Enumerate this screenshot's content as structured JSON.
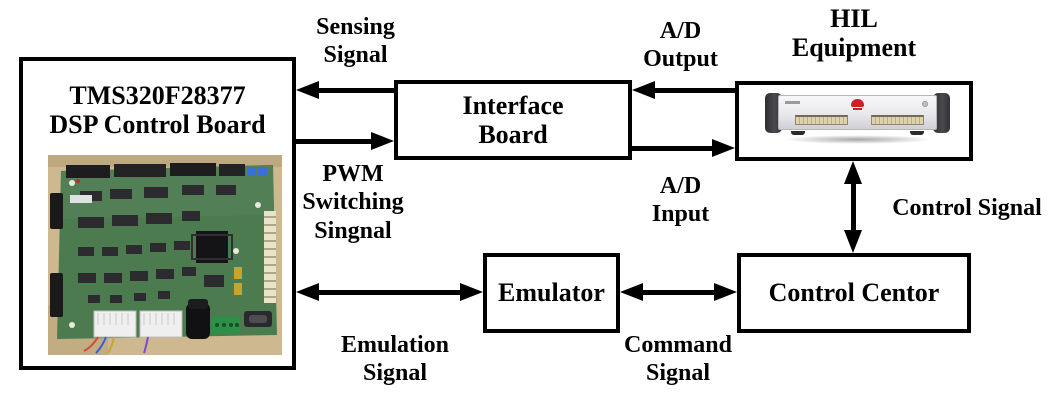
{
  "boxes": {
    "dsp": {
      "line1": "TMS320F28377",
      "line2": "DSP Control Board"
    },
    "interface": {
      "line1": "Interface",
      "line2": "Board"
    },
    "emulator": {
      "title": "Emulator"
    },
    "control_center": {
      "title": "Control Centor"
    }
  },
  "headings": {
    "hil": {
      "line1": "HIL",
      "line2": "Equipment"
    }
  },
  "labels": {
    "sensing": {
      "line1": "Sensing",
      "line2": "Signal"
    },
    "pwm": {
      "line1": "PWM",
      "line2": "Switching",
      "line3": "Singnal"
    },
    "ad_output": {
      "line1": "A/D",
      "line2": "Output"
    },
    "ad_input": {
      "line1": "A/D",
      "line2": "Input"
    },
    "control_signal": {
      "text": "Control Signal"
    },
    "emulation": {
      "line1": "Emulation",
      "line2": "Signal"
    },
    "command": {
      "line1": "Command",
      "line2": "Signal"
    }
  },
  "colors": {
    "line": "#000000",
    "box_fill": "#ffffff",
    "pcb_green": "#4d7b50",
    "pcb_background_tan": "#cdb88f",
    "device_cap_gray": "#3a3a3e",
    "device_panel_silver": "#ececee",
    "connector_beige": "#d8cdaa",
    "logo_red": "#cc2026"
  }
}
